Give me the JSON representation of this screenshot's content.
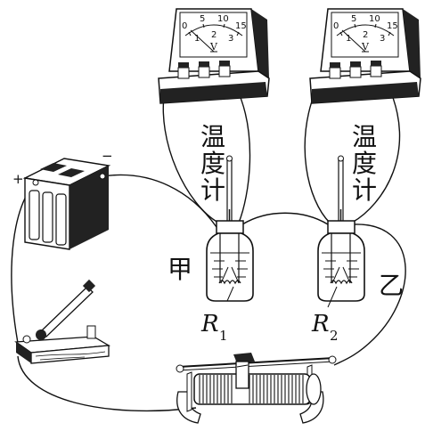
{
  "voltmeters": [
    {
      "id": "left",
      "scale_major": [
        "0",
        "5",
        "10",
        "15"
      ],
      "scale_minor": [
        "1",
        "2",
        "3"
      ],
      "unit": "V"
    },
    {
      "id": "right",
      "scale_major": [
        "0",
        "5",
        "10",
        "15"
      ],
      "scale_minor": [
        "1",
        "2",
        "3"
      ],
      "unit": "V"
    }
  ],
  "thermometer_labels": {
    "left": [
      "温",
      "度",
      "计"
    ],
    "right": [
      "温",
      "度",
      "计"
    ]
  },
  "jar_labels": {
    "left": "甲",
    "right": "乙"
  },
  "resistors": {
    "left": {
      "symbol": "R",
      "subscript": "1"
    },
    "right": {
      "symbol": "R",
      "subscript": "2"
    }
  },
  "battery": {
    "plus": "+",
    "minus": "−"
  }
}
